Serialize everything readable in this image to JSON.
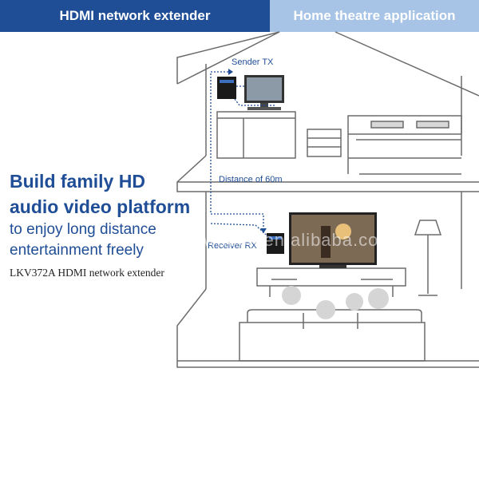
{
  "header": {
    "tab_active": "HDMI network extender",
    "tab_inactive": "Home theatre application"
  },
  "headline": {
    "line1": "Build family HD",
    "line2": "audio video platform",
    "sub1": "to enjoy long distance",
    "sub2": "entertainment freely",
    "model": "LKV372A HDMI network extender"
  },
  "labels": {
    "sender": "Sender TX",
    "distance": "Distance of 60m",
    "receiver": "Receiver RX"
  },
  "watermark": "witech.en.alibaba.com",
  "colors": {
    "brand_dark": "#1f4d96",
    "brand_light": "#a7c3e6",
    "line": "#6b6b6b"
  }
}
